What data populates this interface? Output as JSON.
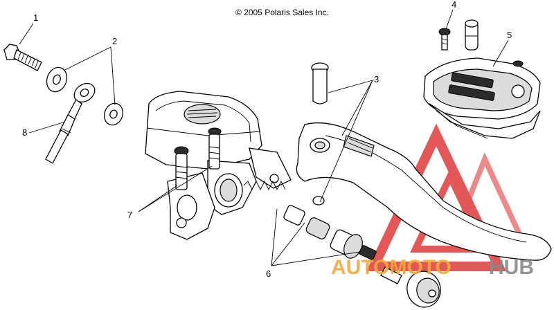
{
  "diagram": {
    "copyright": "© 2005 Polaris Sales Inc.",
    "callouts": [
      "1",
      "2",
      "3",
      "4",
      "5",
      "6",
      "7",
      "8"
    ],
    "watermark": {
      "text_auto": "AUTOMOTO",
      "text_hub": "HUB",
      "color_red": "#e03a3a",
      "color_orange": "#f2a93b",
      "color_gray": "#8a8a8a"
    }
  }
}
